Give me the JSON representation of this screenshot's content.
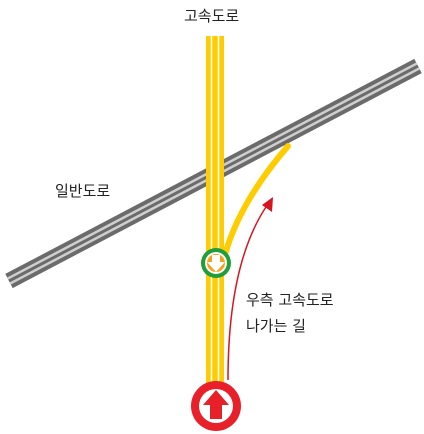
{
  "labels": {
    "highway": "고속도로",
    "general_road": "일반도로",
    "exit_line1": "우측 고속도로",
    "exit_line2": "나가는 길"
  },
  "colors": {
    "highway": "#ffcc00",
    "road_dark": "#6b6b6b",
    "road_light": "#cfcfcf",
    "start_marker": "#e8202a",
    "exit_marker": "#1f9e3a",
    "exit_arrow": "#f08a1c",
    "route_arrow": "#d8141e"
  },
  "icons": {
    "start": "up-arrow-icon",
    "exit": "down-arrow-icon"
  }
}
